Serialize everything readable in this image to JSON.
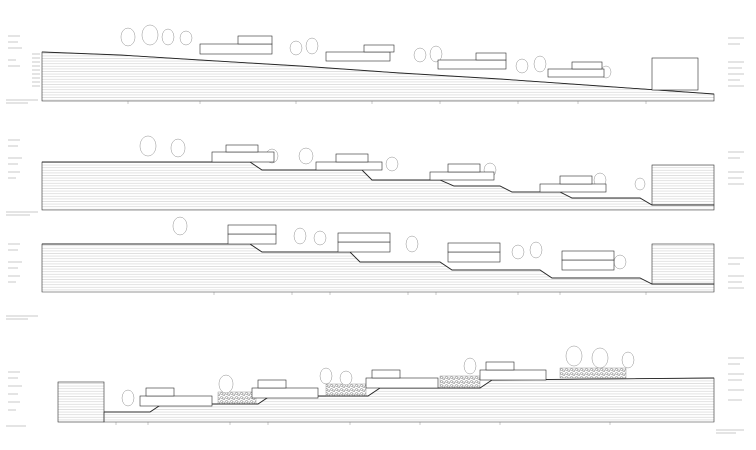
{
  "sheet": {
    "ink": "#2b2b2b",
    "hatch": "#9a9a9a",
    "tree": "#8f8f8f",
    "background": "#ffffff"
  },
  "sections": [
    {
      "id": "section-1",
      "terrain": "sloped",
      "houses": 4
    },
    {
      "id": "section-2",
      "terrain": "terraced",
      "houses": 4
    },
    {
      "id": "section-3",
      "terrain": "terraced",
      "houses": 4
    },
    {
      "id": "section-4",
      "terrain": "rising",
      "houses": 4
    }
  ]
}
